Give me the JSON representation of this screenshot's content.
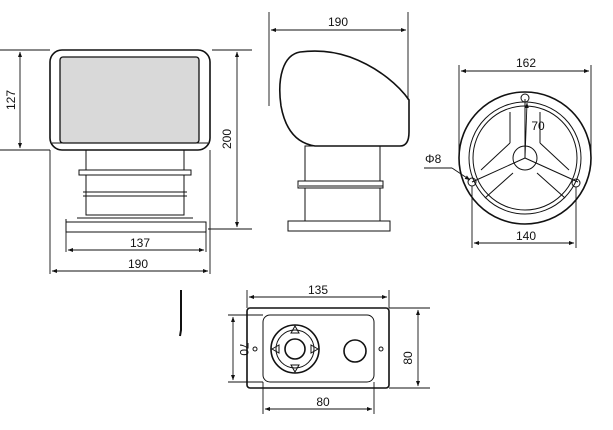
{
  "dimensions": {
    "front_height_upper": "127",
    "front_height_total": "200",
    "front_base_width": "137",
    "front_total_width": "190",
    "side_width": "190",
    "top_outer_width": "162",
    "top_hole_spacing": "140",
    "top_hole_diameter": "Φ8",
    "top_inner_radius": "70",
    "panel_width": "135",
    "panel_height_inner": "70",
    "panel_height_outer": "80",
    "panel_inner_width": "80"
  }
}
